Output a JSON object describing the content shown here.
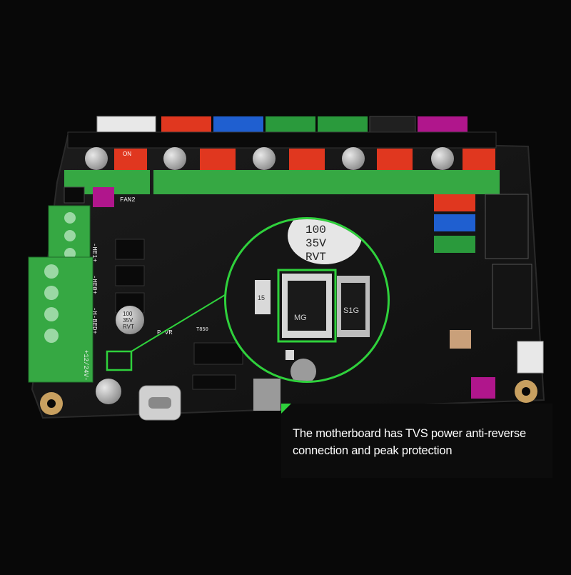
{
  "product": {
    "description": "The motherboard has TVS power anti-reverse connection and peak protection"
  },
  "board_labels": {
    "hei": "-HE1+",
    "he0": "-HE0+",
    "bed": "-H-BED+",
    "vin": "+12/24V-",
    "fan": "FAN2",
    "pvr": "P VR",
    "t850": "T850"
  },
  "capacitor_label": {
    "line1": "100",
    "line2": "35V",
    "line3": "RVT"
  },
  "zoom_labels": {
    "cap_line1": "100",
    "cap_line2": "35V",
    "cap_line3": "RVT",
    "chip_left": "MG",
    "chip_right": "S1G",
    "small_part": "15"
  },
  "dip_label": "ON",
  "colors": {
    "background": "#080808",
    "pcb": "#161616",
    "terminal_green": "#36a843",
    "accent_green": "#2fd13c",
    "connector_red": "#e0371f",
    "connector_blue": "#1f5fd0",
    "connector_green": "#2a9a3c",
    "connector_magenta": "#b0168c",
    "caption_text": "#ffffff"
  }
}
